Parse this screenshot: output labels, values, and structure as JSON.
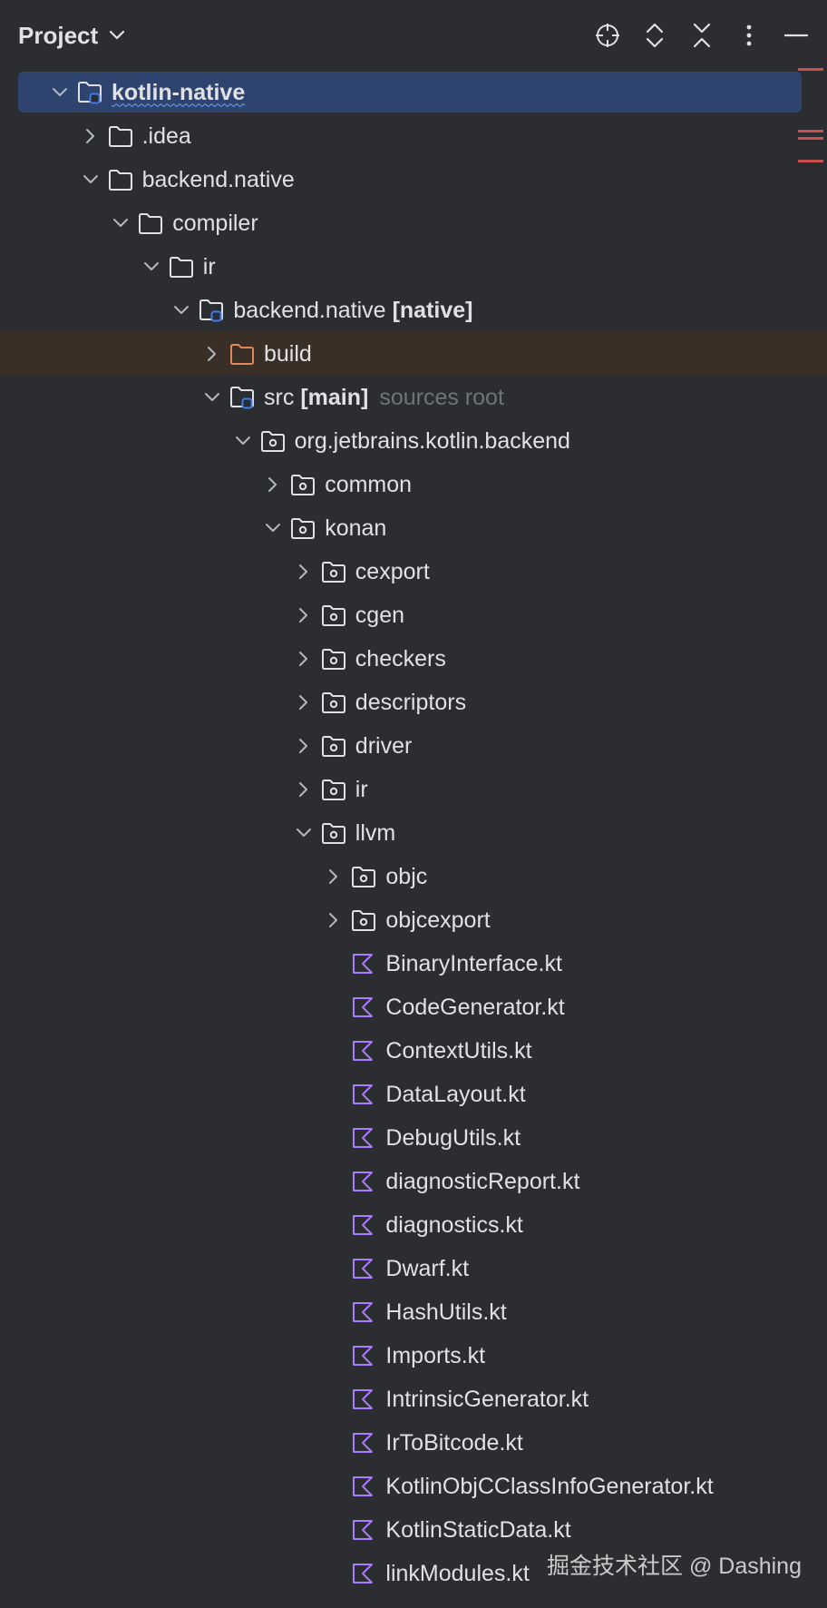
{
  "header": {
    "title": "Project",
    "tools": [
      {
        "name": "locate-icon"
      },
      {
        "name": "expand-all-icon"
      },
      {
        "name": "collapse-all-icon"
      },
      {
        "name": "more-options-icon"
      },
      {
        "name": "minimize-icon"
      }
    ]
  },
  "tree": {
    "items": [
      {
        "label": "kotlin-native",
        "depth": 0,
        "arrow": "down",
        "icon": "module-folder",
        "selected": true,
        "bold": true
      },
      {
        "label": ".idea",
        "depth": 1,
        "arrow": "right",
        "icon": "folder"
      },
      {
        "label": "backend.native",
        "depth": 1,
        "arrow": "down",
        "icon": "folder"
      },
      {
        "label": "compiler",
        "depth": 2,
        "arrow": "down",
        "icon": "folder"
      },
      {
        "label": "ir",
        "depth": 3,
        "arrow": "down",
        "icon": "folder"
      },
      {
        "label": "backend.native",
        "tag": "[native]",
        "depth": 4,
        "arrow": "down",
        "icon": "module-folder"
      },
      {
        "label": "build",
        "depth": 5,
        "arrow": "right",
        "icon": "excluded-folder",
        "excluded": true
      },
      {
        "label": "src",
        "tag": "[main]",
        "hint": "sources root",
        "depth": 5,
        "arrow": "down",
        "icon": "module-folder"
      },
      {
        "label": "org.jetbrains.kotlin.backend",
        "depth": 6,
        "arrow": "down",
        "icon": "package"
      },
      {
        "label": "common",
        "depth": 7,
        "arrow": "right",
        "icon": "package"
      },
      {
        "label": "konan",
        "depth": 7,
        "arrow": "down",
        "icon": "package"
      },
      {
        "label": "cexport",
        "depth": 8,
        "arrow": "right",
        "icon": "package"
      },
      {
        "label": "cgen",
        "depth": 8,
        "arrow": "right",
        "icon": "package"
      },
      {
        "label": "checkers",
        "depth": 8,
        "arrow": "right",
        "icon": "package"
      },
      {
        "label": "descriptors",
        "depth": 8,
        "arrow": "right",
        "icon": "package"
      },
      {
        "label": "driver",
        "depth": 8,
        "arrow": "right",
        "icon": "package"
      },
      {
        "label": "ir",
        "depth": 8,
        "arrow": "right",
        "icon": "package"
      },
      {
        "label": "llvm",
        "depth": 8,
        "arrow": "down",
        "icon": "package"
      },
      {
        "label": "objc",
        "depth": 9,
        "arrow": "right",
        "icon": "package"
      },
      {
        "label": "objcexport",
        "depth": 9,
        "arrow": "right",
        "icon": "package"
      },
      {
        "label": "BinaryInterface.kt",
        "depth": 9,
        "arrow": "none",
        "icon": "kotlin-file"
      },
      {
        "label": "CodeGenerator.kt",
        "depth": 9,
        "arrow": "none",
        "icon": "kotlin-file"
      },
      {
        "label": "ContextUtils.kt",
        "depth": 9,
        "arrow": "none",
        "icon": "kotlin-file"
      },
      {
        "label": "DataLayout.kt",
        "depth": 9,
        "arrow": "none",
        "icon": "kotlin-file"
      },
      {
        "label": "DebugUtils.kt",
        "depth": 9,
        "arrow": "none",
        "icon": "kotlin-file"
      },
      {
        "label": "diagnosticReport.kt",
        "depth": 9,
        "arrow": "none",
        "icon": "kotlin-file"
      },
      {
        "label": "diagnostics.kt",
        "depth": 9,
        "arrow": "none",
        "icon": "kotlin-file"
      },
      {
        "label": "Dwarf.kt",
        "depth": 9,
        "arrow": "none",
        "icon": "kotlin-file"
      },
      {
        "label": "HashUtils.kt",
        "depth": 9,
        "arrow": "none",
        "icon": "kotlin-file"
      },
      {
        "label": "Imports.kt",
        "depth": 9,
        "arrow": "none",
        "icon": "kotlin-file"
      },
      {
        "label": "IntrinsicGenerator.kt",
        "depth": 9,
        "arrow": "none",
        "icon": "kotlin-file"
      },
      {
        "label": "IrToBitcode.kt",
        "depth": 9,
        "arrow": "none",
        "icon": "kotlin-file"
      },
      {
        "label": "KotlinObjCClassInfoGenerator.kt",
        "depth": 9,
        "arrow": "none",
        "icon": "kotlin-file"
      },
      {
        "label": "KotlinStaticData.kt",
        "depth": 9,
        "arrow": "none",
        "icon": "kotlin-file"
      },
      {
        "label": "linkModules.kt",
        "depth": 9,
        "arrow": "none",
        "icon": "kotlin-file"
      }
    ]
  },
  "colors": {
    "background": "#2b2d30",
    "selection": "#2e436e",
    "excluded_row": "#3a2f27",
    "excluded_folder": "#e0895a",
    "kotlin_icon": "#a97bff",
    "module_badge": "#3d7bf5",
    "error_marker": "#c94f4f"
  },
  "watermark": "掘金技术社区 @ Dashing"
}
